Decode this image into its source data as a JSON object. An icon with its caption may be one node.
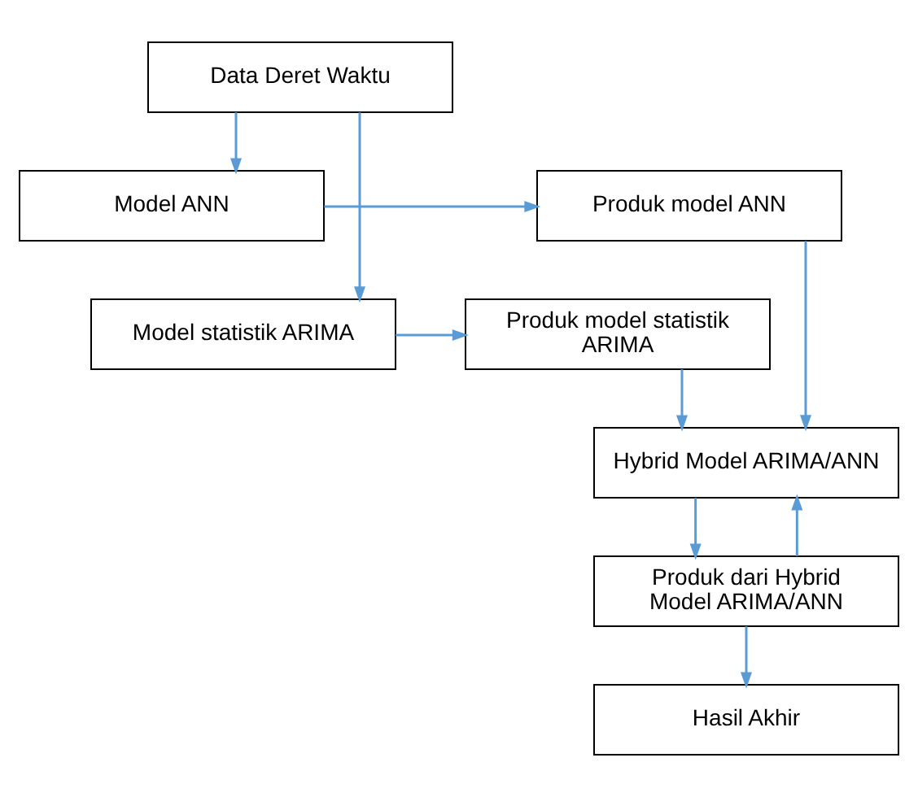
{
  "diagram": {
    "nodes": [
      {
        "text": [
          "Data Deret Waktu"
        ]
      },
      {
        "text": [
          "Model ANN"
        ]
      },
      {
        "text": [
          "Produk model ANN"
        ]
      },
      {
        "text": [
          "Model statistik ARIMA"
        ]
      },
      {
        "text": [
          "Produk model statistik ARIMA"
        ]
      },
      {
        "text": [
          "Hybrid Model ARIMA/ANN"
        ]
      },
      {
        "text": [
          "Produk dari Hybrid Model ARIMA/ANN"
        ]
      },
      {
        "text": [
          "Hasil Akhir"
        ]
      }
    ],
    "edges": [
      {
        "from": 0,
        "to": 1,
        "arrow": "to"
      },
      {
        "from": 0,
        "to": 3,
        "arrow": "to"
      },
      {
        "from": 1,
        "to": 2,
        "arrow": "to"
      },
      {
        "from": 3,
        "to": 4,
        "arrow": "to"
      },
      {
        "from": 2,
        "to": 5,
        "arrow": "to"
      },
      {
        "from": 4,
        "to": 5,
        "arrow": "to"
      },
      {
        "from": 5,
        "to": 6,
        "arrow": "to"
      },
      {
        "from": 6,
        "to": 5,
        "arrow": "to"
      },
      {
        "from": 6,
        "to": 7,
        "arrow": "to"
      }
    ]
  }
}
